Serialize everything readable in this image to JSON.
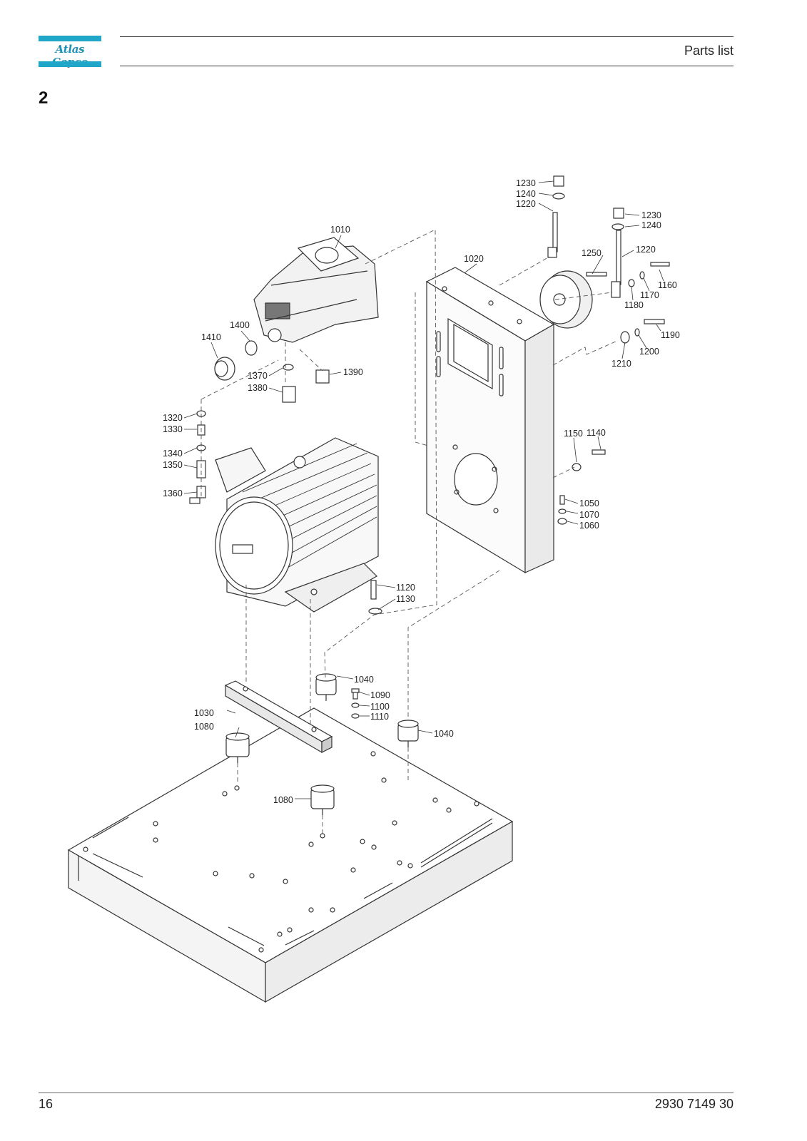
{
  "header": {
    "logo_text": "Atlas Copco",
    "title": "Parts list"
  },
  "section": {
    "number": "2"
  },
  "footer": {
    "page_number": "16",
    "document_number": "2930 7149 30"
  },
  "callouts": [
    "1010",
    "1020",
    "1030",
    "1040",
    "1040",
    "1050",
    "1060",
    "1070",
    "1080",
    "1080",
    "1090",
    "1100",
    "1110",
    "1120",
    "1130",
    "1140",
    "1150",
    "1160",
    "1170",
    "1180",
    "1190",
    "1200",
    "1210",
    "1220",
    "1220",
    "1230",
    "1230",
    "1240",
    "1240",
    "1250",
    "1320",
    "1330",
    "1340",
    "1350",
    "1360",
    "1370",
    "1380",
    "1390",
    "1400",
    "1410"
  ]
}
